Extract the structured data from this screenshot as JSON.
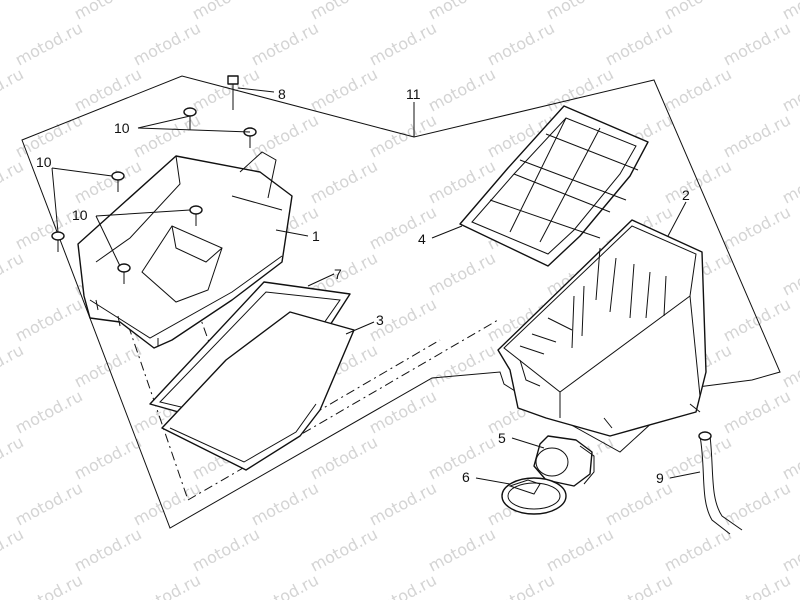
{
  "watermark": {
    "text": "motod.ru"
  },
  "diagram": {
    "callouts": [
      {
        "id": "1",
        "text": "1"
      },
      {
        "id": "2",
        "text": "2"
      },
      {
        "id": "3",
        "text": "3"
      },
      {
        "id": "4",
        "text": "4"
      },
      {
        "id": "5",
        "text": "5"
      },
      {
        "id": "6",
        "text": "6"
      },
      {
        "id": "7",
        "text": "7"
      },
      {
        "id": "8",
        "text": "8"
      },
      {
        "id": "9",
        "text": "9"
      },
      {
        "id": "10a",
        "text": "10"
      },
      {
        "id": "10b",
        "text": "10"
      },
      {
        "id": "10c",
        "text": "10"
      },
      {
        "id": "11",
        "text": "11"
      }
    ]
  }
}
